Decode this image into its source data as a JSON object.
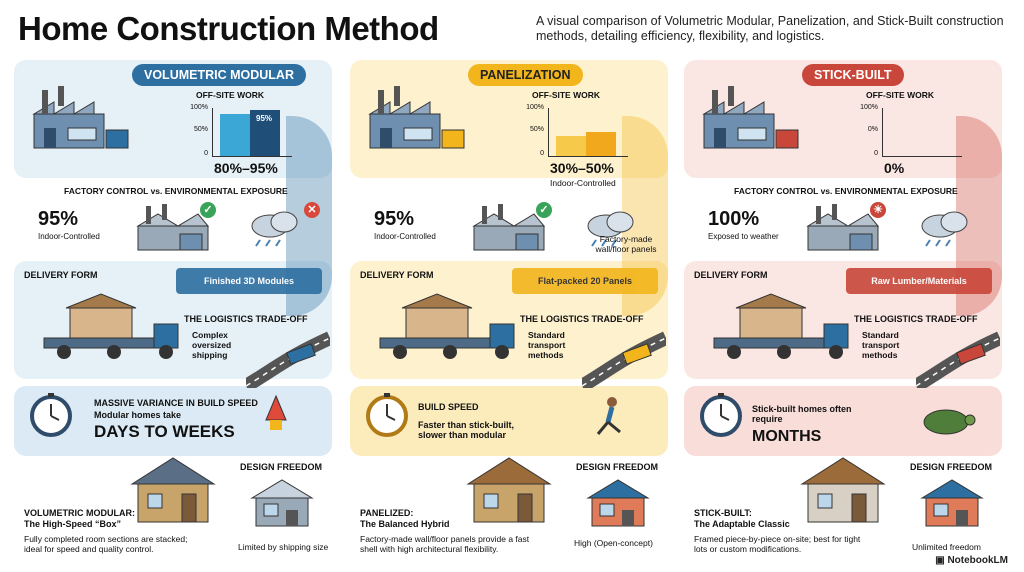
{
  "page": {
    "title": "Home Construction Method",
    "subtitle": "A visual comparison of Volumetric Modular, Panelization, and Stick-Built construction methods, detailing efficiency, flexibility, and logistics.",
    "brand": "NotebookLM"
  },
  "columns": [
    {
      "header": "VOLUMETRIC MODULAR",
      "accent": "#2e6fa1",
      "band": "#cfe3f0",
      "offsite_title": "OFF-SITE WORK",
      "offsite_ticks": [
        "100%",
        "50%",
        "0"
      ],
      "offsite_bar_label": "95%",
      "offsite_range": "80%–95%",
      "offsite_note": "",
      "offsite_fraction": 0.95,
      "factory_title": "FACTORY CONTROL vs. ENVIRONMENTAL EXPOSURE",
      "factory_pct": "95%",
      "factory_label": "Indoor-Controlled",
      "factory_side_label": "",
      "delivery_title": "DELIVERY FORM",
      "delivery_tag": "Finished 3D Modules",
      "logistics_title": "THE LOGISTICS TRADE-OFF",
      "logistics_text": "Complex oversized shipping",
      "speed_title": "MASSIVE VARIANCE IN BUILD SPEED",
      "speed_sub": "Modular homes take",
      "speed_big": "DAYS TO WEEKS",
      "design_title": "DESIGN FREEDOM",
      "design_text": "Limited by shipping size",
      "summary_title": "VOLUMETRIC MODULAR:",
      "summary_subtitle": "The High-Speed “Box”",
      "summary_text": "Fully completed room sections are stacked; ideal for speed and quality control."
    },
    {
      "header": "PANELIZATION",
      "accent": "#f2b51c",
      "band": "#fbe6a6",
      "offsite_title": "OFF-SITE WORK",
      "offsite_ticks": [
        "100%",
        "50%",
        "0"
      ],
      "offsite_bar_label": "",
      "offsite_range": "30%–50%",
      "offsite_note": "Indoor-Controlled",
      "offsite_fraction": 0.5,
      "factory_title": "",
      "factory_pct": "95%",
      "factory_label": "Indoor-Controlled",
      "factory_side_label": "Factory-made wall/floor panels",
      "delivery_title": "DELIVERY FORM",
      "delivery_tag": "Flat-packed 20 Panels",
      "logistics_title": "THE LOGISTICS TRADE-OFF",
      "logistics_text": "Standard transport methods",
      "speed_title": "BUILD SPEED",
      "speed_sub": "Faster than stick-built, slower than modular",
      "speed_big": "",
      "design_title": "DESIGN FREEDOM",
      "design_text": "High (Open-concept)",
      "summary_title": "PANELIZED:",
      "summary_subtitle": "The Balanced Hybrid",
      "summary_text": "Factory-made wall/floor panels provide a fast shell with high architectural flexibility."
    },
    {
      "header": "STICK-BUILT",
      "accent": "#c9473a",
      "band": "#f6d2cc",
      "offsite_title": "OFF-SITE WORK",
      "offsite_ticks": [
        "100%",
        "0%",
        "0"
      ],
      "offsite_bar_label": "",
      "offsite_range": "0%",
      "offsite_note": "",
      "offsite_fraction": 0,
      "factory_title": "FACTORY CONTROL vs. ENVIRONMENTAL EXPOSURE",
      "factory_pct": "100%",
      "factory_label": "Exposed to weather",
      "factory_side_label": "",
      "delivery_title": "DELIVERY FORM",
      "delivery_tag": "Raw Lumber/Materials",
      "logistics_title": "THE LOGISTICS TRADE-OFF",
      "logistics_text": "Standard transport methods",
      "speed_title": "",
      "speed_sub": "Stick-built homes often require",
      "speed_big": "MONTHS",
      "design_title": "DESIGN FREEDOM",
      "design_text": "Unlimited freedom",
      "summary_title": "STICK-BUILT:",
      "summary_subtitle": "The Adaptable Classic",
      "summary_text": "Framed piece-by-piece on-site; best for tight lots or custom modifications."
    }
  ]
}
